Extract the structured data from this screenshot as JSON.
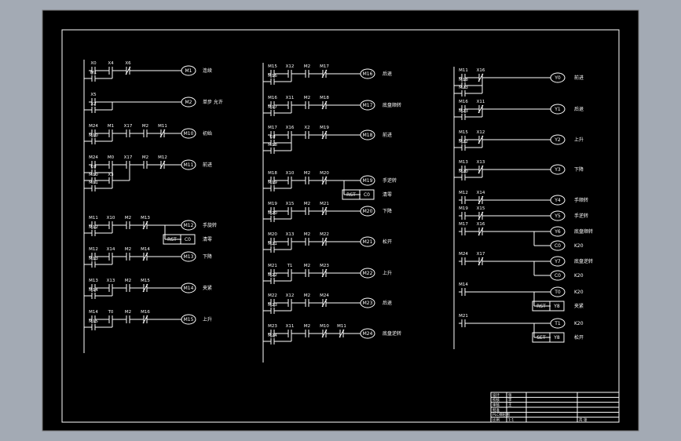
{
  "colors": {
    "background": "#a3aab4",
    "paper": "#000000",
    "ink": "#ffffff"
  },
  "rungs": [
    {
      "contacts": [
        {
          "t": "X0",
          "nc": false
        },
        {
          "t": "X4",
          "nc": false
        },
        {
          "t": "X6",
          "nc": true
        }
      ],
      "parallel": [
        [
          "M1"
        ]
      ],
      "coils": [
        {
          "t": "M1",
          "note": "连续"
        }
      ]
    },
    {
      "contacts": [
        {
          "t": "X5",
          "nc": false
        }
      ],
      "parallel": [
        [
          "X2"
        ]
      ],
      "coils": [
        {
          "t": "M2",
          "note": "单步 允许"
        }
      ]
    },
    {
      "contacts": [
        {
          "t": "M24",
          "nc": false
        },
        {
          "t": "M1",
          "nc": false
        },
        {
          "t": "X17",
          "nc": false
        },
        {
          "t": "M2",
          "nc": false
        },
        {
          "t": "M11",
          "nc": true
        }
      ],
      "parallel": [
        [
          "M10"
        ]
      ],
      "coils": [
        {
          "t": "M10",
          "note": "初始"
        }
      ]
    },
    {
      "contacts": [
        {
          "t": "M24",
          "nc": false
        },
        {
          "t": "M0",
          "nc": false
        },
        {
          "t": "X17",
          "nc": false
        },
        {
          "t": "M2",
          "nc": false
        },
        {
          "t": "M12",
          "nc": true
        }
      ],
      "parallel": [
        [
          "C0"
        ],
        [
          "M10",
          "X3"
        ],
        [
          "M11"
        ]
      ],
      "coils": [
        {
          "t": "M11",
          "note": "前进"
        }
      ]
    },
    {
      "contacts": [
        {
          "t": "M11",
          "nc": false
        },
        {
          "t": "X10",
          "nc": false
        },
        {
          "t": "M2",
          "nc": false
        },
        {
          "t": "M13",
          "nc": true
        }
      ],
      "parallel": [
        [
          "M12"
        ]
      ],
      "coils": [
        {
          "t": "M12",
          "note": "手旋转"
        },
        {
          "t": "RST C0",
          "note": "清零"
        }
      ]
    },
    {
      "contacts": [
        {
          "t": "M12",
          "nc": false
        },
        {
          "t": "X14",
          "nc": false
        },
        {
          "t": "M2",
          "nc": false
        },
        {
          "t": "M14",
          "nc": true
        }
      ],
      "parallel": [
        [
          "M13"
        ]
      ],
      "coils": [
        {
          "t": "M13",
          "note": "下降"
        }
      ]
    },
    {
      "contacts": [
        {
          "t": "M13",
          "nc": false
        },
        {
          "t": "X13",
          "nc": false
        },
        {
          "t": "M2",
          "nc": false
        },
        {
          "t": "M15",
          "nc": true
        }
      ],
      "parallel": [
        [
          "M14"
        ]
      ],
      "coils": [
        {
          "t": "M14",
          "note": "夹紧"
        }
      ]
    },
    {
      "contacts": [
        {
          "t": "M14",
          "nc": false
        },
        {
          "t": "T0",
          "nc": false
        },
        {
          "t": "M2",
          "nc": false
        },
        {
          "t": "M16",
          "nc": true
        }
      ],
      "parallel": [
        [
          "M15"
        ]
      ],
      "coils": [
        {
          "t": "M15",
          "note": "上升"
        }
      ]
    },
    {
      "contacts": [
        {
          "t": "M15",
          "nc": false
        },
        {
          "t": "X12",
          "nc": false
        },
        {
          "t": "M2",
          "nc": false
        },
        {
          "t": "M17",
          "nc": true
        }
      ],
      "parallel": [
        [
          "M16"
        ]
      ],
      "coils": [
        {
          "t": "M16",
          "note": "后退"
        }
      ]
    },
    {
      "contacts": [
        {
          "t": "M16",
          "nc": false
        },
        {
          "t": "X11",
          "nc": false
        },
        {
          "t": "M2",
          "nc": false
        },
        {
          "t": "M18",
          "nc": true
        }
      ],
      "parallel": [
        [
          "M17"
        ]
      ],
      "coils": [
        {
          "t": "M17",
          "note": "底盘顺转"
        }
      ]
    },
    {
      "contacts": [
        {
          "t": "M17",
          "nc": false
        },
        {
          "t": "X16",
          "nc": false
        },
        {
          "t": "X2",
          "nc": false
        },
        {
          "t": "M19",
          "nc": true
        }
      ],
      "parallel": [
        [
          "C0"
        ],
        [
          "M18"
        ]
      ],
      "coils": [
        {
          "t": "M18",
          "note": "前进"
        }
      ]
    },
    {
      "contacts": [
        {
          "t": "M18",
          "nc": false
        },
        {
          "t": "X10",
          "nc": false
        },
        {
          "t": "M2",
          "nc": false
        },
        {
          "t": "M20",
          "nc": true
        }
      ],
      "parallel": [
        [
          "M19"
        ]
      ],
      "coils": [
        {
          "t": "M19",
          "note": "手逆转"
        },
        {
          "t": "RST C0",
          "note": "清零"
        }
      ]
    },
    {
      "contacts": [
        {
          "t": "M19",
          "nc": false
        },
        {
          "t": "X15",
          "nc": false
        },
        {
          "t": "M2",
          "nc": false
        },
        {
          "t": "M21",
          "nc": true
        }
      ],
      "parallel": [
        [
          "M20"
        ]
      ],
      "coils": [
        {
          "t": "M20",
          "note": "下降"
        }
      ]
    },
    {
      "contacts": [
        {
          "t": "M20",
          "nc": false
        },
        {
          "t": "X13",
          "nc": false
        },
        {
          "t": "M2",
          "nc": false
        },
        {
          "t": "M22",
          "nc": true
        }
      ],
      "parallel": [
        [
          "M21"
        ]
      ],
      "coils": [
        {
          "t": "M21",
          "note": "松开"
        }
      ]
    },
    {
      "contacts": [
        {
          "t": "M21",
          "nc": false
        },
        {
          "t": "T1",
          "nc": false
        },
        {
          "t": "M2",
          "nc": false
        },
        {
          "t": "M23",
          "nc": true
        }
      ],
      "parallel": [
        [
          "M22"
        ]
      ],
      "coils": [
        {
          "t": "M22",
          "note": "上升"
        }
      ]
    },
    {
      "contacts": [
        {
          "t": "M22",
          "nc": false
        },
        {
          "t": "X12",
          "nc": false
        },
        {
          "t": "M2",
          "nc": false
        },
        {
          "t": "M24",
          "nc": true
        }
      ],
      "parallel": [
        [
          "M23"
        ]
      ],
      "coils": [
        {
          "t": "M23",
          "note": "后退"
        }
      ]
    },
    {
      "contacts": [
        {
          "t": "M23",
          "nc": false
        },
        {
          "t": "X11",
          "nc": false
        },
        {
          "t": "M2",
          "nc": false
        },
        {
          "t": "M10",
          "nc": true
        },
        {
          "t": "M11",
          "nc": true
        }
      ],
      "parallel": [
        [
          "M24"
        ]
      ],
      "coils": [
        {
          "t": "M24",
          "note": "底盘逆转"
        }
      ]
    },
    {
      "contacts": [
        {
          "t": "M11",
          "nc": false
        },
        {
          "t": "X16",
          "nc": true
        }
      ],
      "parallel": [
        [
          "M18"
        ],
        [
          "M23"
        ]
      ],
      "coils": [
        {
          "t": "Y0",
          "note": "前进"
        }
      ]
    },
    {
      "contacts": [
        {
          "t": "M16",
          "nc": false
        },
        {
          "t": "X11",
          "nc": true
        }
      ],
      "parallel": [
        [
          "M23"
        ]
      ],
      "coils": [
        {
          "t": "Y1",
          "note": "后退"
        }
      ]
    },
    {
      "contacts": [
        {
          "t": "M15",
          "nc": false
        },
        {
          "t": "X12",
          "nc": true
        }
      ],
      "parallel": [
        [
          "M22"
        ]
      ],
      "coils": [
        {
          "t": "Y2",
          "note": "上升"
        }
      ]
    },
    {
      "contacts": [
        {
          "t": "M13",
          "nc": false
        },
        {
          "t": "X13",
          "nc": true
        }
      ],
      "parallel": [
        [
          "M20"
        ]
      ],
      "coils": [
        {
          "t": "Y3",
          "note": "下降"
        }
      ]
    },
    {
      "contacts": [
        {
          "t": "M12",
          "nc": false
        },
        {
          "t": "X14",
          "nc": true
        }
      ],
      "parallel": [],
      "coils": [
        {
          "t": "Y4",
          "note": "手顺转"
        }
      ]
    },
    {
      "contacts": [
        {
          "t": "M19",
          "nc": false
        },
        {
          "t": "X15",
          "nc": true
        }
      ],
      "parallel": [],
      "coils": [
        {
          "t": "Y5",
          "note": "手逆转"
        }
      ]
    },
    {
      "contacts": [
        {
          "t": "M17",
          "nc": false
        },
        {
          "t": "X16",
          "nc": true
        }
      ],
      "parallel": [],
      "coils": [
        {
          "t": "Y6",
          "note": "底盘顺转"
        },
        {
          "t": "C0",
          "note": "K20"
        }
      ]
    },
    {
      "contacts": [
        {
          "t": "M24",
          "nc": false
        },
        {
          "t": "X17",
          "nc": true
        }
      ],
      "parallel": [],
      "coils": [
        {
          "t": "Y7",
          "note": "底盘逆转"
        },
        {
          "t": "C0",
          "note": "K20"
        }
      ]
    },
    {
      "contacts": [
        {
          "t": "M14",
          "nc": false
        }
      ],
      "parallel": [],
      "coils": [
        {
          "t": "T0",
          "note": "K20"
        },
        {
          "t": "RST Y8",
          "note": "夹紧"
        }
      ]
    },
    {
      "contacts": [
        {
          "t": "M21",
          "nc": false
        }
      ],
      "parallel": [],
      "coils": [
        {
          "t": "T1",
          "note": "K20"
        },
        {
          "t": "SET Y8",
          "note": "松开"
        }
      ]
    }
  ],
  "title_block": [
    [
      "设计",
      "张",
      ""
    ],
    [
      "校核",
      "李",
      ""
    ],
    [
      "审核",
      "王",
      ""
    ],
    [
      "批准",
      "",
      ""
    ],
    [
      "PLC梯形图",
      "",
      ""
    ],
    [
      "比例",
      "1:1",
      "共 张"
    ]
  ]
}
